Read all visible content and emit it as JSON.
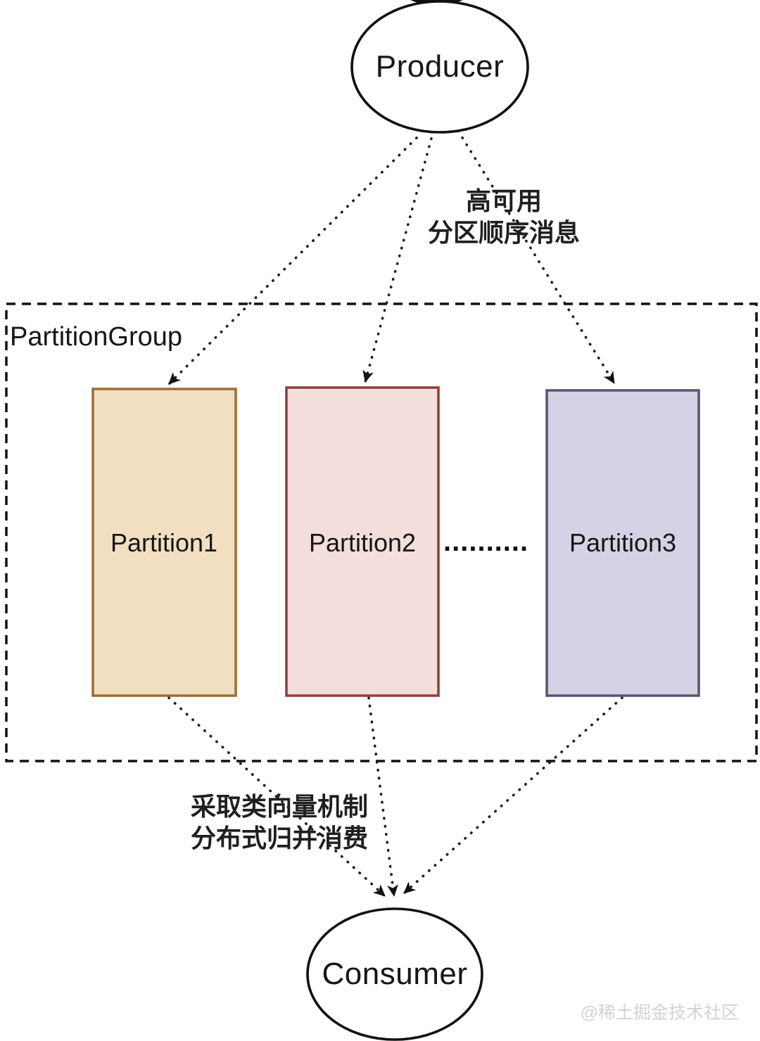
{
  "diagram": {
    "producer": {
      "label": "Producer"
    },
    "consumer": {
      "label": "Consumer"
    },
    "partition_group": {
      "label": "PartitionGroup",
      "partitions": [
        {
          "label": "Partition1",
          "fill": "#f2dfc2",
          "border": "#9c6d35"
        },
        {
          "label": "Partition2",
          "fill": "#f3dedb",
          "border": "#8f3e36"
        },
        {
          "label": "Partition3",
          "fill": "#d4d2e5",
          "border": "#555570"
        }
      ],
      "ellipsis": ".........."
    },
    "annotations": {
      "produce_line1": "高可用",
      "produce_line2": "分区顺序消息",
      "consume_line1": "采取类向量机制",
      "consume_line2": "分布式归并消费"
    },
    "watermark": "@稀土掘金技术社区",
    "colors": {
      "line": "#1c1c1c",
      "node_stroke": "#111111",
      "node_fill": "#ffffff",
      "background": "#ffffff"
    }
  }
}
